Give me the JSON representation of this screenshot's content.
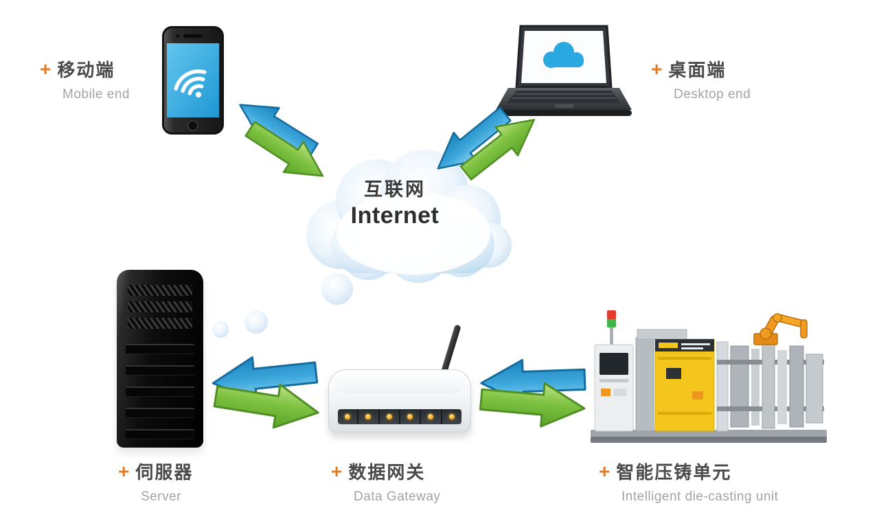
{
  "diagram": {
    "bullet": "+",
    "colors": {
      "accent_orange": "#E8791E",
      "arrow_blue": "#2FA3DB",
      "arrow_green": "#7DC241",
      "cloud_fill": "#D7E8F6",
      "title_text": "#4A4A4A",
      "subtitle_text": "#A3A3A3"
    },
    "internet": {
      "title_zh": "互联网",
      "title_en": "Internet"
    },
    "nodes": {
      "mobile": {
        "title": "移动端",
        "subtitle": "Mobile end"
      },
      "desktop": {
        "title": "桌面端",
        "subtitle": "Desktop end"
      },
      "server": {
        "title": "伺服器",
        "subtitle": "Server"
      },
      "gateway": {
        "title": "数据网关",
        "subtitle": "Data Gateway"
      },
      "machine": {
        "title": "智能压铸单元",
        "subtitle": "Intelligent die-casting unit"
      }
    },
    "icons": {
      "mobile": "smartphone-wifi-icon",
      "desktop": "laptop-cloud-icon",
      "internet": "cloud-icon",
      "server": "server-tower-icon",
      "gateway": "wireless-router-icon",
      "machine": "die-casting-machine-icon"
    }
  }
}
